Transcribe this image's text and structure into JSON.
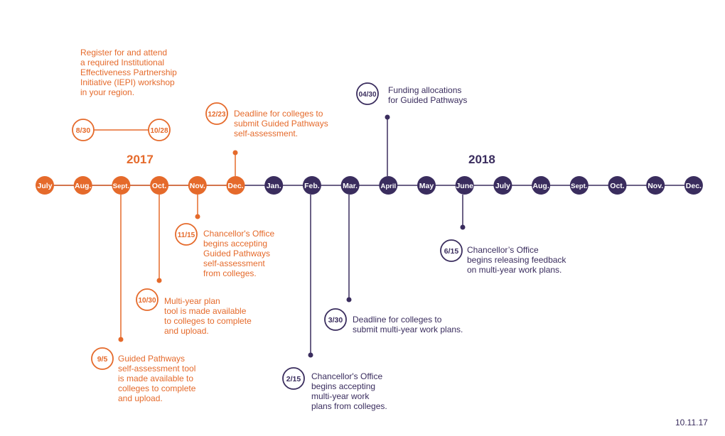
{
  "colors": {
    "orange": "#e56a2b",
    "purple": "#3a2d5e"
  },
  "years": [
    "2017",
    "2018"
  ],
  "months": [
    "July",
    "Aug.",
    "Sept.",
    "Oct.",
    "Nov.",
    "Dec.",
    "Jan.",
    "Feb.",
    "Mar.",
    "April",
    "May",
    "June",
    "July",
    "Aug.",
    "Sept.",
    "Oct.",
    "Nov.",
    "Dec."
  ],
  "milestones": {
    "iepi": {
      "start": "8/30",
      "end": "10/28",
      "text": "Register for and attend\na required Institutional\nEffectiveness Partnership\nInitiative (IEPI) workshop\nin your region."
    },
    "m1223": {
      "date": "12/23",
      "text": "Deadline for colleges to\nsubmit Guided Pathways\nself-assessment."
    },
    "m0430": {
      "date": "04/30",
      "text": "Funding allocations\nfor Guided Pathways"
    },
    "m1115": {
      "date": "11/15",
      "text": "Chancellor's Office\nbegins accepting\nGuided Pathways\nself-assessment\nfrom colleges."
    },
    "m1030": {
      "date": "10/30",
      "text": "Multi-year plan\ntool is made available\nto colleges to complete\nand upload."
    },
    "m0905": {
      "date": "9/5",
      "text": "Guided Pathways\nself-assessment tool\nis made available to\ncolleges to complete\nand upload."
    },
    "m0330": {
      "date": "3/30",
      "text": "Deadline for colleges to\nsubmit multi-year work plans."
    },
    "m0215": {
      "date": "2/15",
      "text": "Chancellor's Office\nbegins accepting\nmulti-year work\nplans from colleges."
    },
    "m0615": {
      "date": "6/15",
      "text": "Chancellor’s Office\nbegins releasing feedback\non multi-year work plans."
    }
  },
  "footer": "10.11.17"
}
